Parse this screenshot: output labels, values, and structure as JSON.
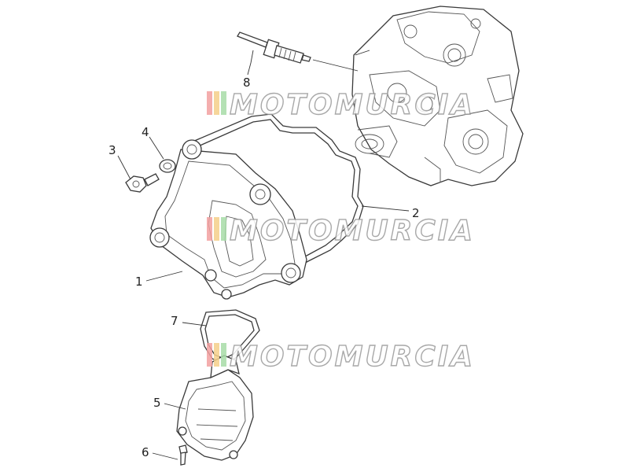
{
  "callouts": [
    {
      "id": "1",
      "label": "1"
    },
    {
      "id": "2",
      "label": "2"
    },
    {
      "id": "3",
      "label": "3"
    },
    {
      "id": "4",
      "label": "4"
    },
    {
      "id": "5",
      "label": "5"
    },
    {
      "id": "6",
      "label": "6"
    },
    {
      "id": "7",
      "label": "7"
    },
    {
      "id": "8",
      "label": "8"
    }
  ],
  "watermark": {
    "text": "MOTOMURCIA",
    "stripe_colors": [
      "#f3a0a0",
      "#f5d08a",
      "#a8dca8"
    ]
  }
}
